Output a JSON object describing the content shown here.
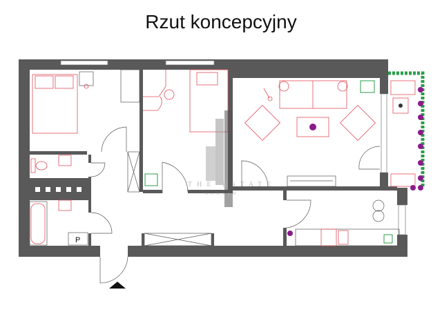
{
  "title": "Rzut koncepcyjny",
  "watermark": {
    "line1": "THE ESTATE",
    "line2": "WARSAW"
  },
  "labels": {
    "parking_symbol": "P"
  },
  "colors": {
    "walls": "#595959",
    "furniture": "#e0505a",
    "plants": "#2a9d4a",
    "flowers": "#8b1a8b"
  }
}
